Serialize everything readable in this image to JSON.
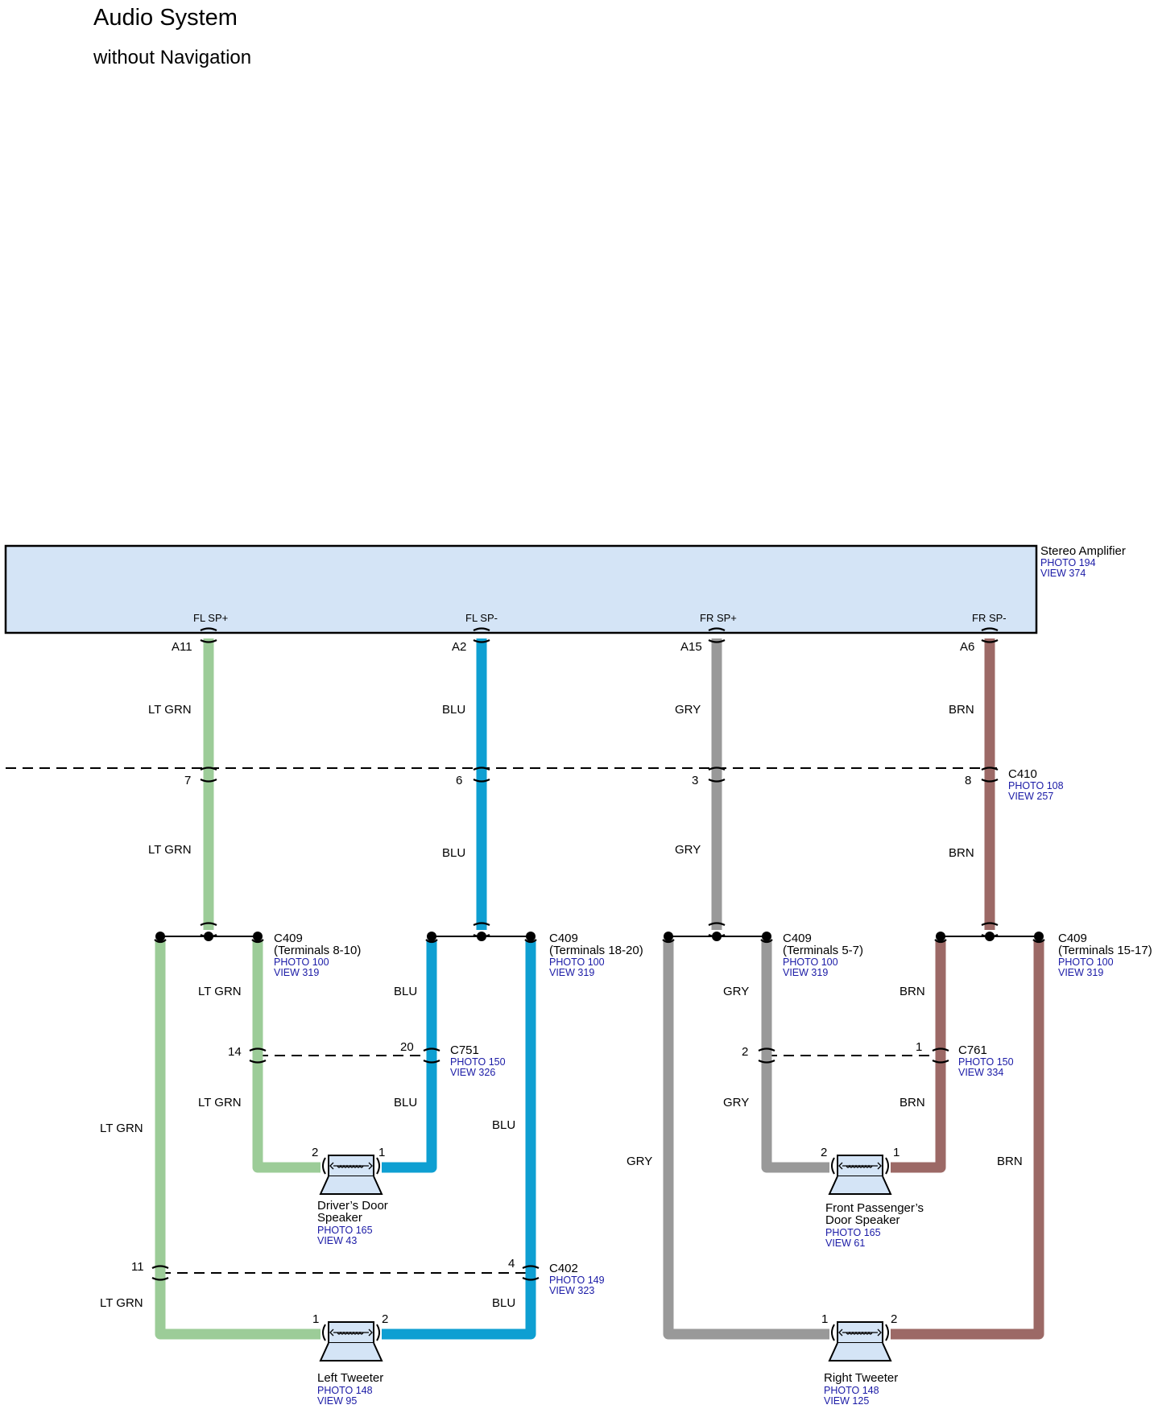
{
  "header": {
    "title": "Audio System",
    "subtitle": "without Navigation"
  },
  "colors": {
    "amplifier_fill": "#d4e4f6",
    "lt_grn": "#9ccc98",
    "blu": "#0e9fd2",
    "gry": "#999999",
    "brn": "#9c6966",
    "reference_text": "#1a1aa6"
  },
  "amplifier": {
    "name": "Stereo Amplifier",
    "photo": "PHOTO 194",
    "view": "VIEW 374",
    "terminals": [
      {
        "signal": "FL SP+",
        "pin": "A11"
      },
      {
        "signal": "FL SP-",
        "pin": "A2"
      },
      {
        "signal": "FR SP+",
        "pin": "A15"
      },
      {
        "signal": "FR SP-",
        "pin": "A6"
      }
    ]
  },
  "wires": {
    "lt_grn": "LT GRN",
    "blu": "BLU",
    "gry": "GRY",
    "brn": "BRN"
  },
  "c410": {
    "name": "C410",
    "photo": "PHOTO 108",
    "view": "VIEW 257",
    "pins": [
      "7",
      "6",
      "3",
      "8"
    ]
  },
  "splices": [
    {
      "name": "C409",
      "terminals": "(Terminals 8-10)",
      "photo": "PHOTO 100",
      "view": "VIEW 319"
    },
    {
      "name": "C409",
      "terminals": "(Terminals 18-20)",
      "photo": "PHOTO 100",
      "view": "VIEW 319"
    },
    {
      "name": "C409",
      "terminals": "(Terminals 5-7)",
      "photo": "PHOTO 100",
      "view": "VIEW 319"
    },
    {
      "name": "C409",
      "terminals": "(Terminals 15-17)",
      "photo": "PHOTO 100",
      "view": "VIEW 319"
    }
  ],
  "c751": {
    "name": "C751",
    "photo": "PHOTO 150",
    "view": "VIEW 326",
    "pins": [
      "14",
      "20"
    ]
  },
  "c761": {
    "name": "C761",
    "photo": "PHOTO 150",
    "view": "VIEW 334",
    "pins": [
      "2",
      "1"
    ]
  },
  "c402": {
    "name": "C402",
    "photo": "PHOTO 149",
    "view": "VIEW 323",
    "pins": [
      "11",
      "4"
    ]
  },
  "speakers": {
    "drivers_door": {
      "line1": "Driver’s Door",
      "line2": "Speaker",
      "photo": "PHOTO 165",
      "view": "VIEW 43",
      "pin_left": "2",
      "pin_right": "1"
    },
    "front_passenger_door": {
      "line1": "Front Passenger’s",
      "line2": "Door Speaker",
      "photo": "PHOTO 165",
      "view": "VIEW 61",
      "pin_left": "2",
      "pin_right": "1"
    },
    "left_tweeter": {
      "line1": "Left Tweeter",
      "photo": "PHOTO 148",
      "view": "VIEW 95",
      "pin_left": "1",
      "pin_right": "2"
    },
    "right_tweeter": {
      "line1": "Right Tweeter",
      "photo": "PHOTO 148",
      "view": "VIEW 125",
      "pin_left": "1",
      "pin_right": "2"
    }
  }
}
